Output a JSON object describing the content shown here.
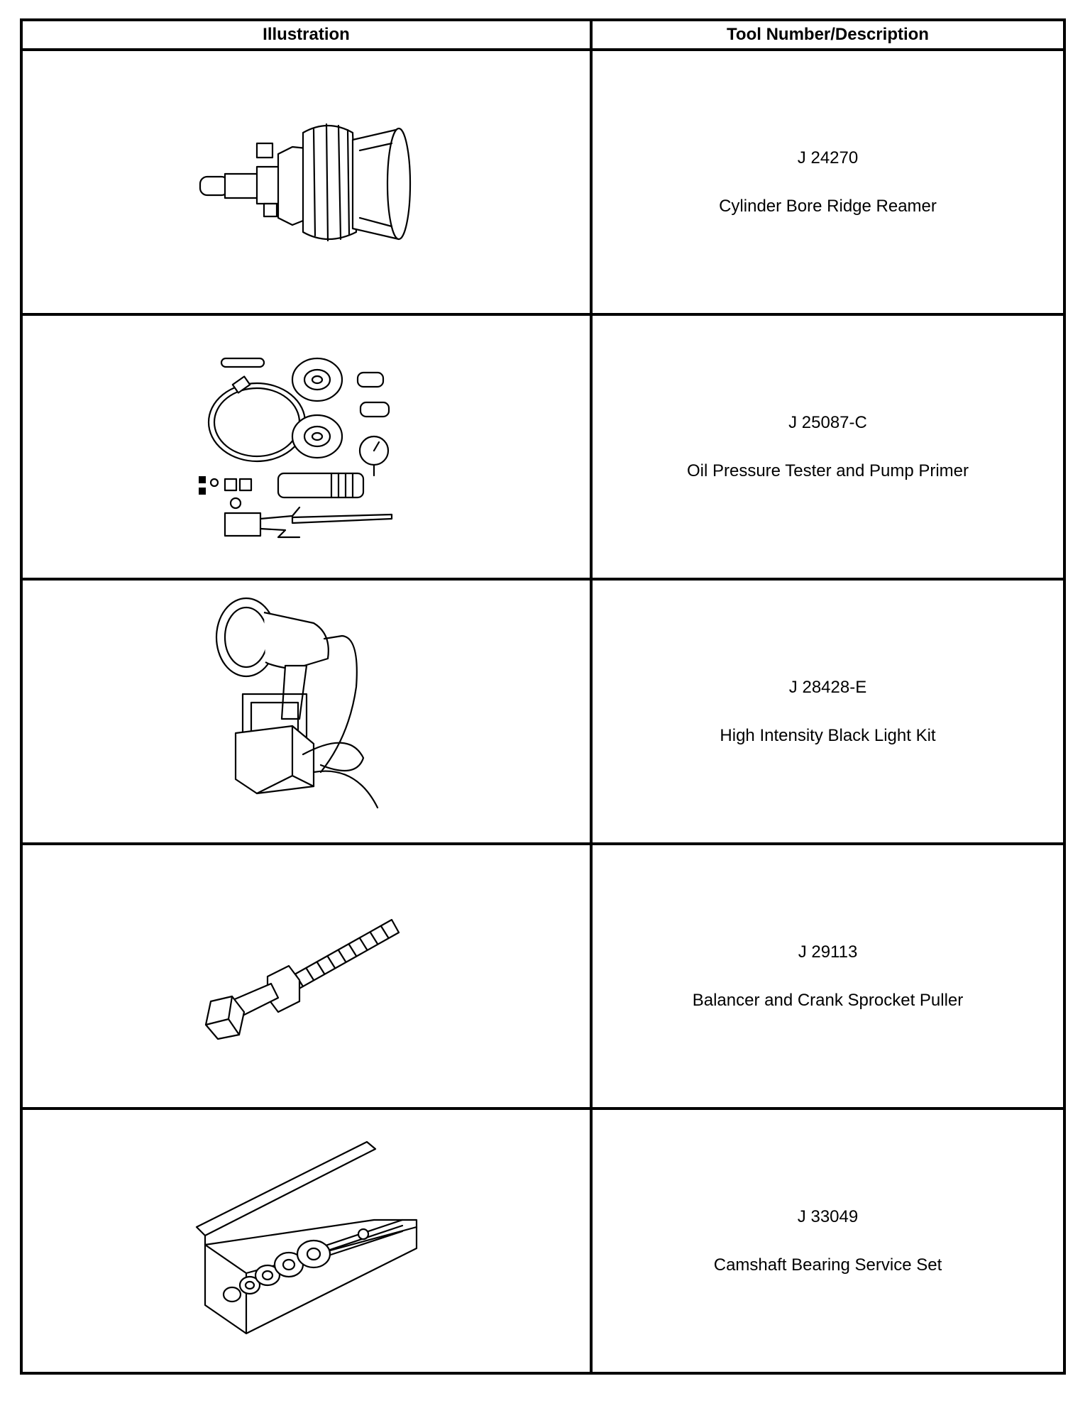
{
  "table": {
    "headers": {
      "illustration": "Illustration",
      "description": "Tool Number/Description"
    },
    "rows": [
      {
        "number": "J 24270",
        "description": "Cylinder Bore Ridge Reamer",
        "illustration_icon": "ridge-reamer-icon"
      },
      {
        "number": "J 25087-C",
        "description": "Oil Pressure Tester and Pump Primer",
        "illustration_icon": "oil-pressure-tester-kit-icon"
      },
      {
        "number": "J 28428-E",
        "description": "High Intensity Black Light Kit",
        "illustration_icon": "black-light-kit-icon"
      },
      {
        "number": "J 29113",
        "description": "Balancer and Crank Sprocket Puller",
        "illustration_icon": "puller-bolt-icon"
      },
      {
        "number": "J 33049",
        "description": "Camshaft Bearing Service Set",
        "illustration_icon": "bearing-service-set-case-icon"
      }
    ]
  }
}
